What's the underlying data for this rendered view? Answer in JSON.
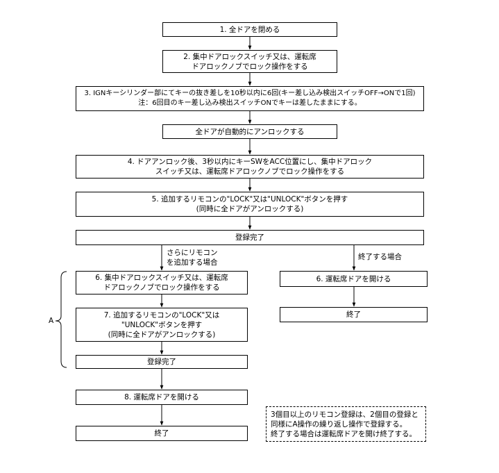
{
  "steps": {
    "s1": [
      "1. 全ドアを閉める"
    ],
    "s2": [
      "2. 集中ドアロックスイッチ又は、運転席",
      "ドアロックノブでロック操作をする"
    ],
    "s3": [
      "3. IGNキーシリンダー部にてキーの抜き差しを10秒以内に6回(キー差し込み検出スイッチOFF→ONで1回)",
      "注：6回目のキー差し込み検出スイッチONでキーは差したままにする。"
    ],
    "auto": [
      "全ドアが自動的にアンロックする"
    ],
    "s4": [
      "4. ドアアンロック後、3秒以内にキーSWをACC位置にし、集中ドアロック",
      "スイッチ又は、運転席ドアロックノブでロック操作をする"
    ],
    "s5": [
      "5. 追加するリモコンの\"LOCK\"又は\"UNLOCK\"ボタンを押す",
      "(同時に全ドアがアンロックする)"
    ],
    "reg1": [
      "登録完了"
    ],
    "s6": [
      "6. 集中ドアロックスイッチ又は、運転席",
      "ドアロックノブでロック操作をする"
    ],
    "s7": [
      "7. 追加するリモコンの\"LOCK\"又は",
      "\"UNLOCK\"ボタンを押す",
      "(同時に全ドアがアンロックする)"
    ],
    "reg2": [
      "登録完了"
    ],
    "s8": [
      "8. 運転席ドアを開ける"
    ],
    "end1": [
      "終了"
    ],
    "r6": [
      "6. 運転席ドアを開ける"
    ],
    "end2": [
      "終了"
    ]
  },
  "branch_left": [
    "さらにリモコン",
    "を追加する場合"
  ],
  "branch_right": [
    "終了する場合"
  ],
  "bracket_label": "A",
  "note": [
    "3個目以上のリモコン登録は、2個目の登録と",
    "同様にA操作の繰り返し操作で登録する。",
    "終了する場合は運転席ドアを開け終了する。"
  ]
}
